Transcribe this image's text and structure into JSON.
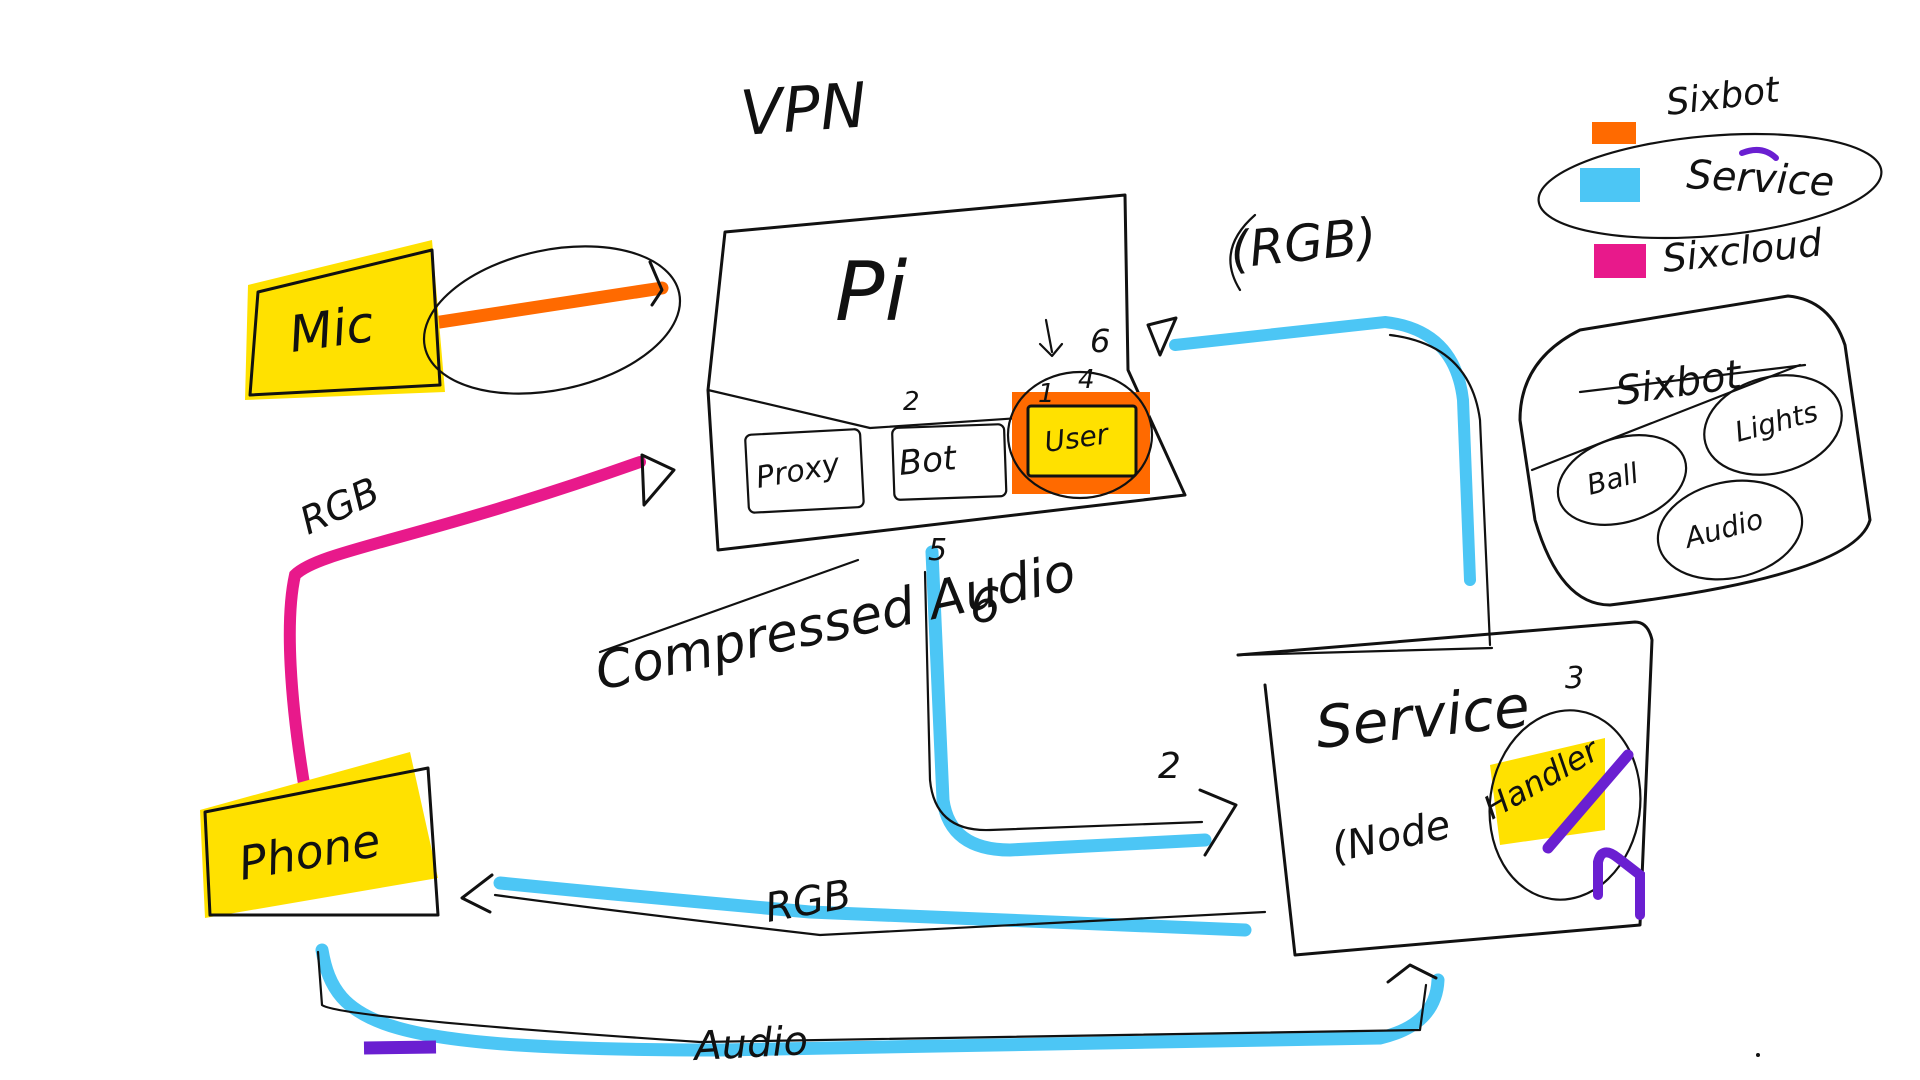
{
  "title": "VPN",
  "colors": {
    "sixbot": "#ff6a00",
    "service": "#4cc6f5",
    "sixcloud": "#e8198b",
    "highlight": "#ffe100",
    "violet": "#6a1fd1",
    "ink": "#111111"
  },
  "legend": {
    "items": [
      {
        "key": "sixbot",
        "label": "Sixbot"
      },
      {
        "key": "service",
        "label": "Service"
      },
      {
        "key": "sixcloud",
        "label": "Sixcloud"
      }
    ]
  },
  "nodes": {
    "mic": "Mic",
    "pi": {
      "label": "Pi",
      "modules": [
        "Proxy",
        "Bot",
        "User"
      ],
      "badges": [
        "1",
        "2",
        "4",
        "6"
      ]
    },
    "phone": "Phone",
    "service": {
      "label": "Service",
      "sublabel": "(Node",
      "highlight": "Handler",
      "badge": "3"
    },
    "sixbot_box": {
      "title": "Sixbot",
      "items": [
        "Ball",
        "Lights",
        "Audio"
      ]
    }
  },
  "edges": {
    "pi_service": "(RGB)",
    "phone_pi": "RGB",
    "compressed": "Compressed Audio",
    "service_phone": "RGB",
    "phone_service_audio": "Audio",
    "badge5": "5",
    "badge6": "6"
  }
}
